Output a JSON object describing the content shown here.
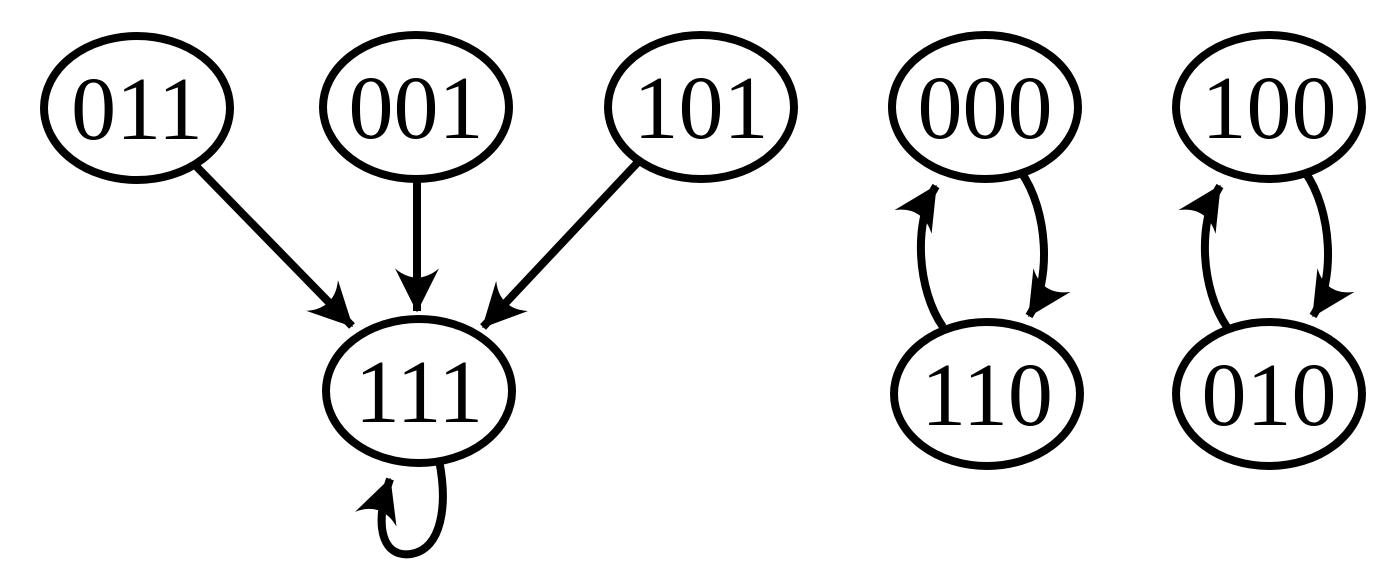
{
  "diagram": {
    "kind": "state-transition-graph",
    "nodes": [
      {
        "id": "011",
        "label": "011"
      },
      {
        "id": "001",
        "label": "001"
      },
      {
        "id": "101",
        "label": "101"
      },
      {
        "id": "111",
        "label": "111"
      },
      {
        "id": "000",
        "label": "000"
      },
      {
        "id": "110",
        "label": "110"
      },
      {
        "id": "100",
        "label": "100"
      },
      {
        "id": "010",
        "label": "010"
      }
    ],
    "edges": [
      {
        "from": "011",
        "to": "111",
        "style": "straight"
      },
      {
        "from": "001",
        "to": "111",
        "style": "straight"
      },
      {
        "from": "101",
        "to": "111",
        "style": "straight"
      },
      {
        "from": "111",
        "to": "111",
        "style": "self-loop"
      },
      {
        "from": "000",
        "to": "110",
        "style": "curved-right"
      },
      {
        "from": "110",
        "to": "000",
        "style": "curved-left"
      },
      {
        "from": "100",
        "to": "010",
        "style": "curved-right"
      },
      {
        "from": "010",
        "to": "100",
        "style": "curved-left"
      }
    ],
    "colors": {
      "stroke": "#000000",
      "background": "#ffffff"
    }
  }
}
